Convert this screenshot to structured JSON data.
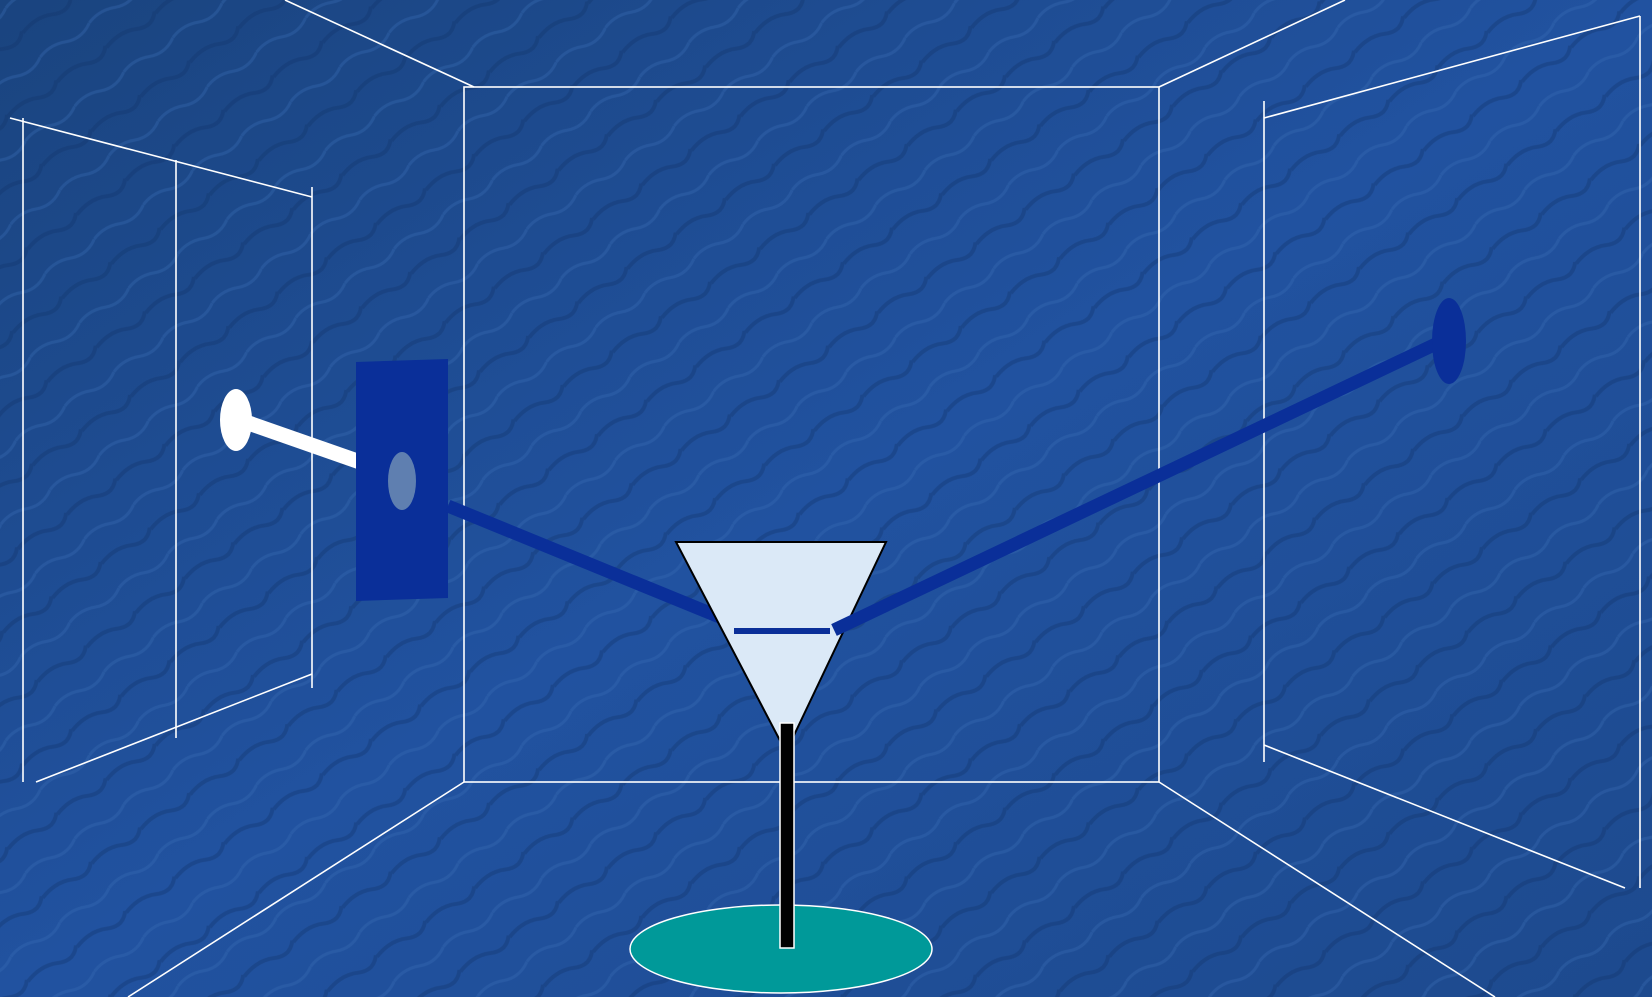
{
  "colors": {
    "background": "#1f4c8c",
    "background_dark": "#163c73",
    "room_lines": "#ffffff",
    "screen_panel": "#0a2f99",
    "beam": "#0a2f99",
    "white_beam": "#ffffff",
    "prism_fill": "#dbe9f7",
    "stand": "#000000",
    "base": "#009999"
  },
  "scene": {
    "room": "perspective-room",
    "left_wall": "white-light-source-wall",
    "right_wall": "blue-spot-wall",
    "center": "prism-on-stand"
  }
}
